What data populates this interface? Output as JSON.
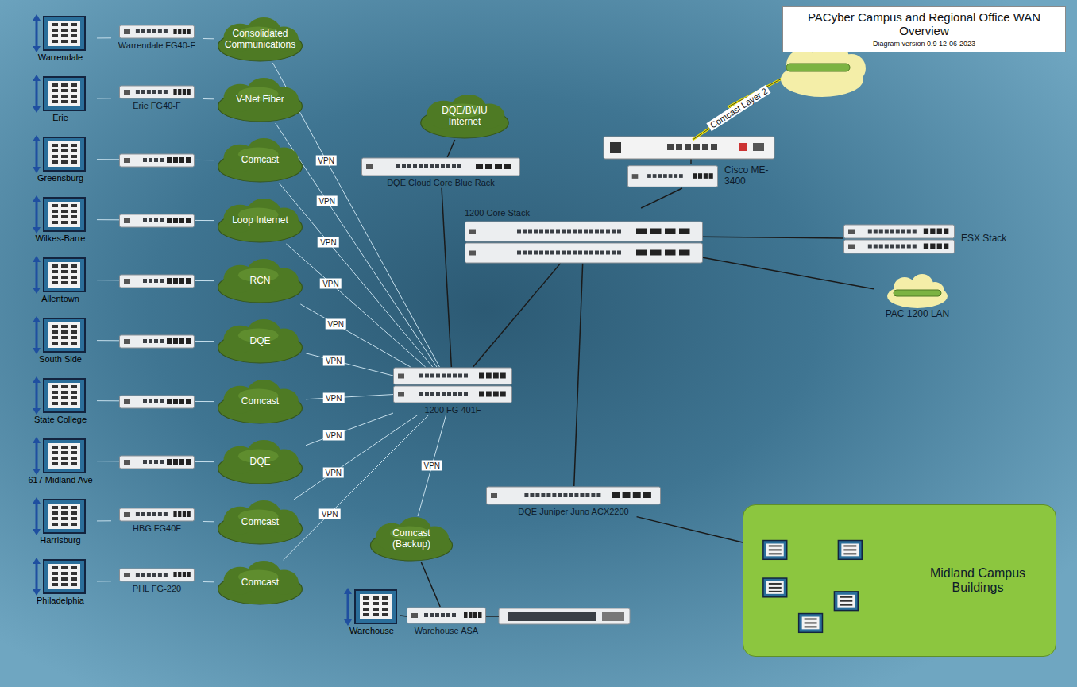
{
  "diagram": {
    "title": "PACyber Campus and Regional Office WAN Overview",
    "caption": "Diagram version 0.9 12-06-2023",
    "nodes": [
      {
        "text": [
          "Warrendale"
        ]
      },
      {
        "text": [
          "Warrendale FG40-F"
        ]
      },
      {
        "text": [
          "Consolidated Communications"
        ]
      },
      {
        "text": [
          "Erie"
        ]
      },
      {
        "text": [
          "Erie FG40-F"
        ]
      },
      {
        "text": [
          "V-Net Fiber"
        ]
      },
      {
        "text": [
          "Greensburg"
        ]
      },
      {
        "text": [
          "Comcast"
        ]
      },
      {
        "text": [
          "Wilkes-Barre"
        ]
      },
      {
        "text": [
          "Loop Internet"
        ]
      },
      {
        "text": [
          "Allentown"
        ]
      },
      {
        "text": [
          "RCN"
        ]
      },
      {
        "text": [
          "South Side"
        ]
      },
      {
        "text": [
          "DQE"
        ]
      },
      {
        "text": [
          "State College"
        ]
      },
      {
        "text": [
          "Comcast"
        ]
      },
      {
        "text": [
          "617 Midland Ave"
        ]
      },
      {
        "text": [
          "DQE"
        ]
      },
      {
        "text": [
          "Harrisburg"
        ]
      },
      {
        "text": [
          "HBG FG40F"
        ]
      },
      {
        "text": [
          "Comcast"
        ]
      },
      {
        "text": [
          "Philadelphia"
        ]
      },
      {
        "text": [
          "PHL FG-220"
        ]
      },
      {
        "text": [
          "Comcast"
        ]
      },
      {
        "text": [
          "DQE/BVIU Internet"
        ]
      },
      {
        "text": [
          "DQE Cloud Core Blue Rack"
        ]
      },
      {
        "text": [
          "Cisco ME-3400"
        ]
      },
      {
        "text": [
          "1200 Core Stack"
        ]
      },
      {
        "text": [
          "ESX Stack"
        ]
      },
      {
        "text": [
          "PAC 1200 LAN"
        ]
      },
      {
        "text": [
          "1200 FG 401F"
        ]
      },
      {
        "text": [
          "DQE Juniper Juno ACX2200"
        ]
      },
      {
        "text": [
          "Comcast (Backup)"
        ]
      },
      {
        "text": [
          "Warehouse"
        ]
      },
      {
        "text": [
          "Warehouse ASA"
        ]
      },
      {
        "text": [
          "Midland Campus Buildings"
        ]
      }
    ],
    "edges": [
      {
        "from": 0,
        "to": 1,
        "arrow": "none"
      },
      {
        "from": 1,
        "to": 2,
        "arrow": "none"
      },
      {
        "from": 3,
        "to": 4,
        "arrow": "none"
      },
      {
        "from": 4,
        "to": 5,
        "arrow": "none"
      },
      {
        "from": 6,
        "to": 7,
        "arrow": "none"
      },
      {
        "from": 8,
        "to": 9,
        "arrow": "none"
      },
      {
        "from": 10,
        "to": 11,
        "arrow": "none"
      },
      {
        "from": 12,
        "to": 13,
        "arrow": "none"
      },
      {
        "from": 14,
        "to": 15,
        "arrow": "none"
      },
      {
        "from": 16,
        "to": 17,
        "arrow": "none"
      },
      {
        "from": 18,
        "to": 19,
        "arrow": "none"
      },
      {
        "from": 19,
        "to": 20,
        "arrow": "none"
      },
      {
        "from": 21,
        "to": 22,
        "arrow": "none"
      },
      {
        "from": 22,
        "to": 23,
        "arrow": "none"
      },
      {
        "from": 2,
        "to": 30,
        "label": "VPN",
        "arrow": "none"
      },
      {
        "from": 5,
        "to": 30,
        "label": "VPN",
        "arrow": "none"
      },
      {
        "from": 7,
        "to": 30,
        "label": "VPN",
        "arrow": "none"
      },
      {
        "from": 9,
        "to": 30,
        "label": "VPN",
        "arrow": "none"
      },
      {
        "from": 11,
        "to": 30,
        "label": "VPN",
        "arrow": "none"
      },
      {
        "from": 13,
        "to": 30,
        "label": "VPN",
        "arrow": "none"
      },
      {
        "from": 15,
        "to": 30,
        "label": "VPN",
        "arrow": "none"
      },
      {
        "from": 17,
        "to": 30,
        "label": "VPN",
        "arrow": "none"
      },
      {
        "from": 20,
        "to": 30,
        "label": "VPN",
        "arrow": "none"
      },
      {
        "from": 23,
        "to": 30,
        "label": "VPN",
        "arrow": "none"
      },
      {
        "from": 32,
        "to": 30,
        "label": "VPN",
        "arrow": "none"
      },
      {
        "from": 24,
        "to": 25,
        "arrow": "none"
      },
      {
        "from": 25,
        "to": 30,
        "arrow": "none"
      },
      {
        "from": 30,
        "to": 27,
        "arrow": "none"
      },
      {
        "from": 26,
        "to": 27,
        "arrow": "none"
      },
      {
        "from": 27,
        "to": 28,
        "arrow": "none"
      },
      {
        "from": 27,
        "to": 29,
        "arrow": "none"
      },
      {
        "from": 27,
        "to": 31,
        "arrow": "none"
      },
      {
        "from": 31,
        "to": 35,
        "arrow": "none"
      },
      {
        "from": 33,
        "to": 34,
        "arrow": "none"
      },
      {
        "from": 34,
        "to": 32,
        "arrow": "none"
      }
    ],
    "labels": [
      "Comcast Layer 2"
    ]
  }
}
